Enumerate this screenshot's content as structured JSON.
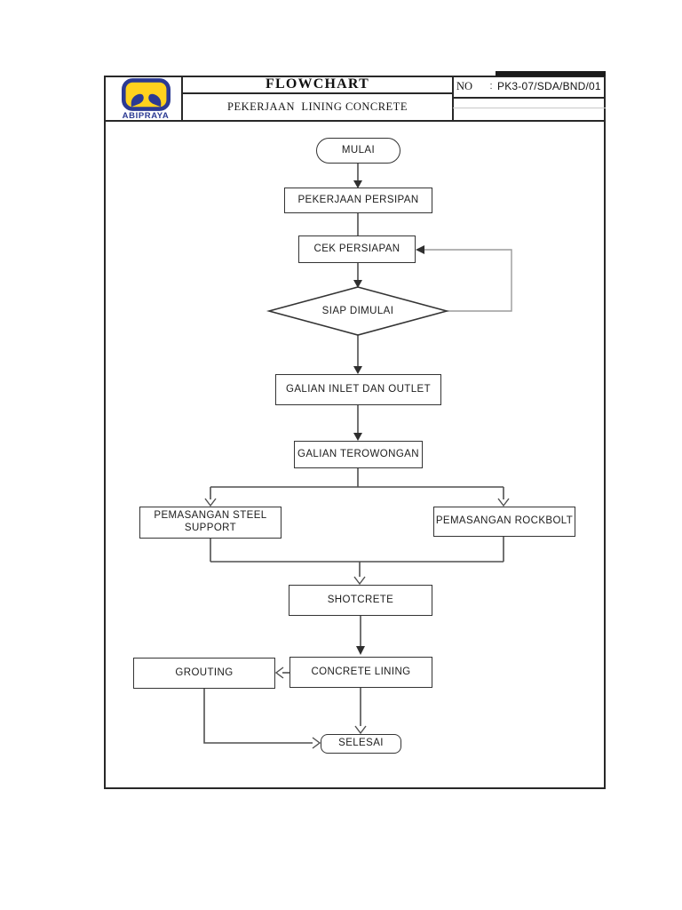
{
  "header": {
    "logo_brand": "ABIPRAYA",
    "title": "FLOWCHART",
    "subtitle": "PEKERJAAN  LINING CONCRETE",
    "doc_no_label": "NO",
    "doc_no_separator": ":",
    "doc_no_value": "PK3-07/SDA/BND/01"
  },
  "flowchart": {
    "nodes": {
      "mulai": {
        "type": "terminator",
        "label": "MULAI"
      },
      "pekerjaan_persipan": {
        "type": "process",
        "label": "PEKERJAAN PERSIPAN"
      },
      "cek_persiapan": {
        "type": "process",
        "label": "CEK PERSIAPAN"
      },
      "siap_dimulai": {
        "type": "decision",
        "label": "SIAP DIMULAI"
      },
      "galian_inlet": {
        "type": "process",
        "label": "GALIAN INLET DAN OUTLET"
      },
      "galian_terowongan": {
        "type": "process",
        "label": "GALIAN TEROWONGAN"
      },
      "steel_support": {
        "type": "process",
        "label": "PEMASANGAN STEEL SUPPORT"
      },
      "rockbolt": {
        "type": "process",
        "label": "PEMASANGAN ROCKBOLT"
      },
      "shotcrete": {
        "type": "process",
        "label": "SHOTCRETE"
      },
      "concrete_lining": {
        "type": "process",
        "label": "CONCRETE LINING"
      },
      "grouting": {
        "type": "process",
        "label": "GROUTING"
      },
      "selesai": {
        "type": "terminator",
        "label": "SELESAI"
      }
    },
    "edges": [
      {
        "from": "mulai",
        "to": "pekerjaan_persipan",
        "arrow": "solid"
      },
      {
        "from": "pekerjaan_persipan",
        "to": "cek_persiapan",
        "arrow": "none"
      },
      {
        "from": "cek_persiapan",
        "to": "siap_dimulai",
        "arrow": "solid"
      },
      {
        "from": "siap_dimulai",
        "to": "cek_persiapan",
        "arrow": "solid",
        "route": "right-loop"
      },
      {
        "from": "siap_dimulai",
        "to": "galian_inlet",
        "arrow": "solid"
      },
      {
        "from": "galian_inlet",
        "to": "galian_terowongan",
        "arrow": "solid"
      },
      {
        "from": "galian_terowongan",
        "to": "steel_support",
        "arrow": "open"
      },
      {
        "from": "galian_terowongan",
        "to": "rockbolt",
        "arrow": "open"
      },
      {
        "from": "steel_support",
        "to": "shotcrete",
        "arrow": "open"
      },
      {
        "from": "rockbolt",
        "to": "shotcrete",
        "arrow": "open"
      },
      {
        "from": "shotcrete",
        "to": "concrete_lining",
        "arrow": "solid"
      },
      {
        "from": "concrete_lining",
        "to": "grouting",
        "arrow": "open"
      },
      {
        "from": "concrete_lining",
        "to": "selesai",
        "arrow": "open"
      },
      {
        "from": "grouting",
        "to": "selesai",
        "arrow": "open"
      }
    ]
  },
  "colors": {
    "logo_blue": "#2b3a93",
    "logo_yellow": "#ffd21e",
    "frame_border": "#282828",
    "node_border": "#343434",
    "connector": "#4f4f4f",
    "loop_connector": "#9b9b9b",
    "text": "#1c1c1c"
  }
}
